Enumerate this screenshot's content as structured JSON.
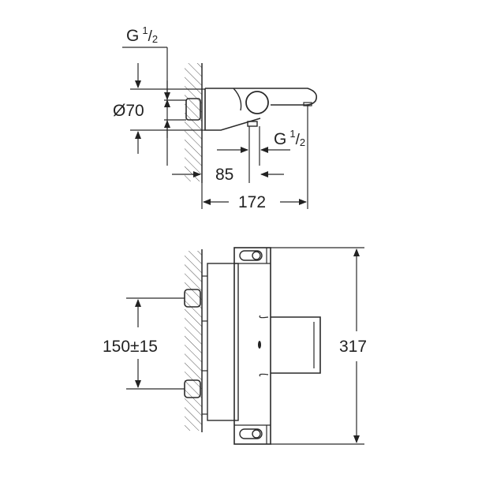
{
  "diagram": {
    "type": "technical-dimension-drawing",
    "subject": "thermostatic bath/shower mixer",
    "views": [
      {
        "name": "side-view",
        "dimensions": {
          "inlet_thread": "G",
          "inlet_thread_frac_num": "1",
          "inlet_thread_frac_den": "2",
          "diameter": "Ø70",
          "outlet_thread": "G",
          "outlet_thread_frac_num": "1",
          "outlet_thread_frac_den": "2",
          "outlet_offset": "85",
          "projection": "172"
        }
      },
      {
        "name": "front-view",
        "dimensions": {
          "inlet_spacing": "150±15",
          "height": "317"
        }
      }
    ],
    "colors": {
      "line": "#2a2a2a",
      "background": "#ffffff"
    }
  }
}
